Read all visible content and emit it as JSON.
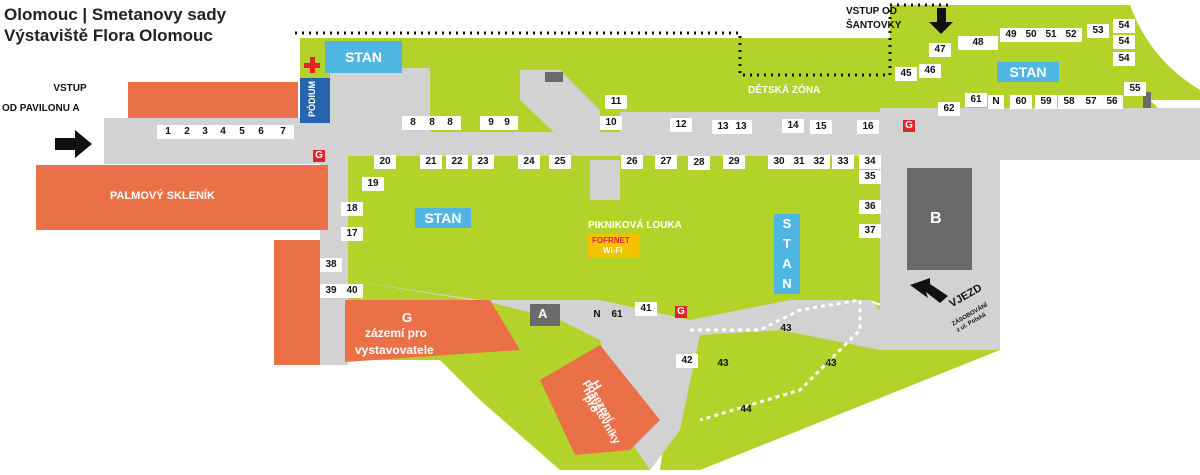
{
  "title_line1": "Olomouc | Smetanovy sady",
  "title_line2": "Výstaviště Flora Olomouc",
  "entrance_pavilon_a": [
    "VSTUP",
    "OD PAVILONU A"
  ],
  "entrance_santovky": [
    "VSTUP OD",
    "ŠANTOVKY"
  ],
  "entrance_vjezd": "VJEZD",
  "vjezd_sub1": "ZÁSOBOVÁNÍ",
  "vjezd_sub2": "z ul. Polská",
  "palmovy_sklenik": "PALMOVÝ SKLENÍK",
  "podium": "PÓDIUM",
  "stan": "STAN",
  "stan_vertical": [
    "S",
    "T",
    "A",
    "N"
  ],
  "detska_zona": "DĚTSKÁ ZÓNA",
  "piknikova_louka": "PIKNIKOVÁ LOUKA",
  "wifi_line1": "FOFRNET",
  "wifi_line2": "Wi-Fi",
  "zone_b": "B",
  "zone_a": "A",
  "zone_g_letter": "G",
  "zone_g_text1": "zázemí pro",
  "zone_g_text2": "vystavovatele",
  "zone_h_letter": "H",
  "zone_h_text1": "posezení",
  "zone_h_text2": "pro",
  "zone_h_text3": "návštěvníky",
  "n_label": "N",
  "g_marker": "G",
  "stalls": {
    "s1": "1",
    "s2": "2",
    "s3": "3",
    "s4": "4",
    "s5": "5",
    "s6": "6",
    "s7": "7",
    "s8a": "8",
    "s8b": "8",
    "s8c": "8",
    "s9a": "9",
    "s9b": "9",
    "s10": "10",
    "s11": "11",
    "s12": "12",
    "s13a": "13",
    "s13b": "13",
    "s14": "14",
    "s15": "15",
    "s16": "16",
    "s17": "17",
    "s18": "18",
    "s19": "19",
    "s20": "20",
    "s21": "21",
    "s22": "22",
    "s23": "23",
    "s24": "24",
    "s25": "25",
    "s26": "26",
    "s27": "27",
    "s28": "28",
    "s29": "29",
    "s30": "30",
    "s31": "31",
    "s32": "32",
    "s33": "33",
    "s34": "34",
    "s35": "35",
    "s36": "36",
    "s37": "37",
    "s38": "38",
    "s39": "39",
    "s40": "40",
    "s41": "41",
    "s42": "42",
    "s43a": "43",
    "s43b": "43",
    "s43c": "43",
    "s44": "44",
    "s45": "45",
    "s46": "46",
    "s47": "47",
    "s48": "48",
    "s49": "49",
    "s50": "50",
    "s51": "51",
    "s52": "52",
    "s53": "53",
    "s54a": "54",
    "s54b": "54",
    "s54c": "54",
    "s55": "55",
    "s56": "56",
    "s57": "57",
    "s58": "58",
    "s59": "59",
    "s60": "60",
    "s61a": "61",
    "s61b": "61",
    "s62": "62"
  },
  "colors": {
    "grass": "#b3d22a",
    "path": "#d2d2d2",
    "building": "#ea7048",
    "stan": "#4fb6e3",
    "dark": "#6a6a6a",
    "podium": "#2565ae",
    "wifi": "#f3c200",
    "red": "#e0242b"
  }
}
